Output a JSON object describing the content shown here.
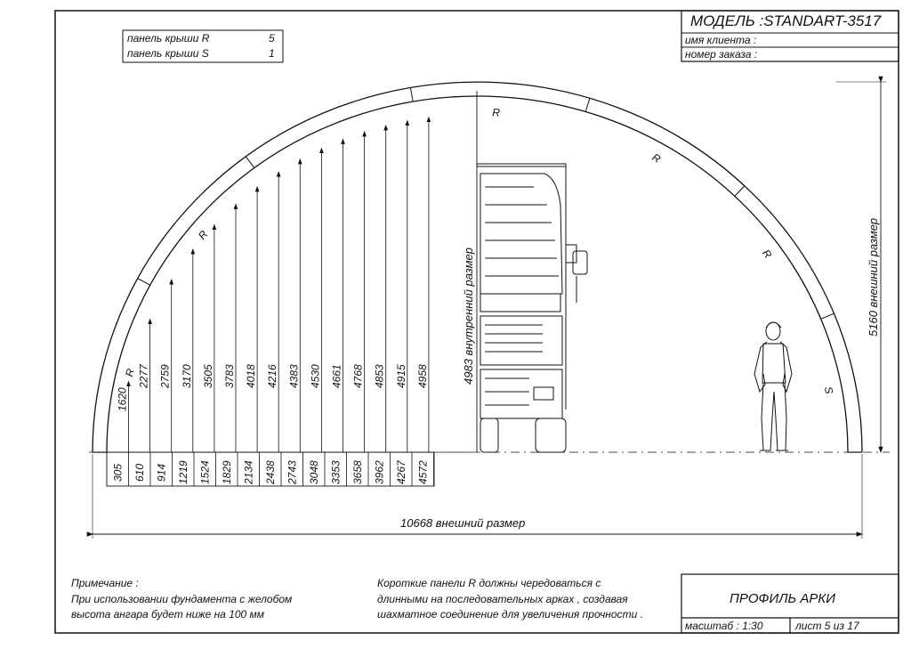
{
  "title_block": {
    "model": "МОДЕЛЬ :STANDART-3517",
    "client_label": "имя клиента :",
    "order_label": "номер заказа :"
  },
  "panels": [
    {
      "label": "панель крыши R",
      "count": "5"
    },
    {
      "label": "панель крыши S",
      "count": "1"
    }
  ],
  "heights": [
    "1620",
    "2277",
    "2759",
    "3170",
    "3505",
    "3783",
    "4018",
    "4216",
    "4383",
    "4530",
    "4661",
    "4768",
    "4853",
    "4915",
    "4958"
  ],
  "offsets": [
    "305",
    "610",
    "914",
    "1219",
    "1524",
    "1829",
    "2134",
    "2438",
    "2743",
    "3048",
    "3353",
    "3658",
    "3962",
    "4267",
    "4572"
  ],
  "arc_labels": [
    "R",
    "R",
    "R",
    "R",
    "R",
    "S"
  ],
  "inner_dim": "4983 внутренний размер",
  "outer_height_dim": "5160 внешний размер",
  "width_dim": "10668 внешний размер",
  "note": {
    "title": "Примечание :",
    "line1": "При использовании фундамента с желобом",
    "line2": "высота ангара будет ниже на  100 мм"
  },
  "note2": {
    "line1": "Короткие панели  R  должны чередоваться с",
    "line2": "длинными на последовательных арках , создавая",
    "line3": "шахматное соединение для увеличения прочности ."
  },
  "stamp": {
    "title": "ПРОФИЛЬ АРКИ",
    "scale": "масштаб : 1:30",
    "sheet": "лист  5  из  17"
  }
}
